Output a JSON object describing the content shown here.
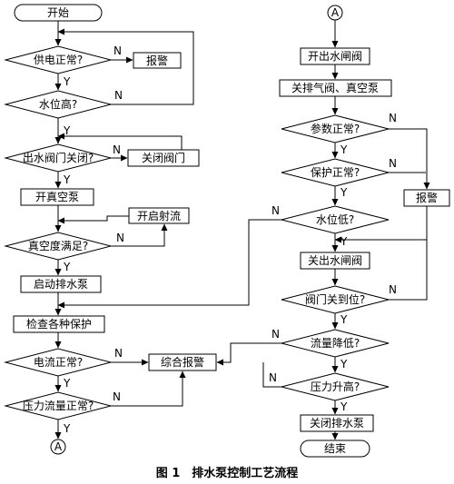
{
  "flowchart": {
    "left": {
      "start": "开始",
      "d_power": "供电正常?",
      "alarm1": "报警",
      "d_water_high": "水位高?",
      "d_outlet_closed": "出水阀门关闭?",
      "close_valve": "关闭阀门",
      "start_vacuum": "开真空泵",
      "open_jet": "开启射流",
      "d_vacuum_ok": "真空度满足?",
      "start_drain": "启动排水泵",
      "check_protect": "检查各种保护",
      "d_current_ok": "电流正常?",
      "combined_alarm": "综合报警",
      "d_pressure_flow_ok": "压力流量正常?",
      "connector_out": "A"
    },
    "right": {
      "connector_in": "A",
      "open_gate": "开出水闸阀",
      "close_vac_valves": "关排气阀、真空泵",
      "d_params_ok": "参数正常?",
      "d_protect_ok": "保护正常?",
      "alarm2": "报警",
      "d_water_low": "水位低?",
      "close_gate": "关出水闸阀",
      "d_valve_closed": "阀门关到位?",
      "d_flow_down": "流量降低?",
      "d_pressure_up": "压力升高?",
      "close_pump": "关闭排水泵",
      "end": "结束"
    },
    "branch_labels": {
      "yes": "Y",
      "no": "N"
    },
    "caption": "图 1　排水泵控制工艺流程"
  }
}
